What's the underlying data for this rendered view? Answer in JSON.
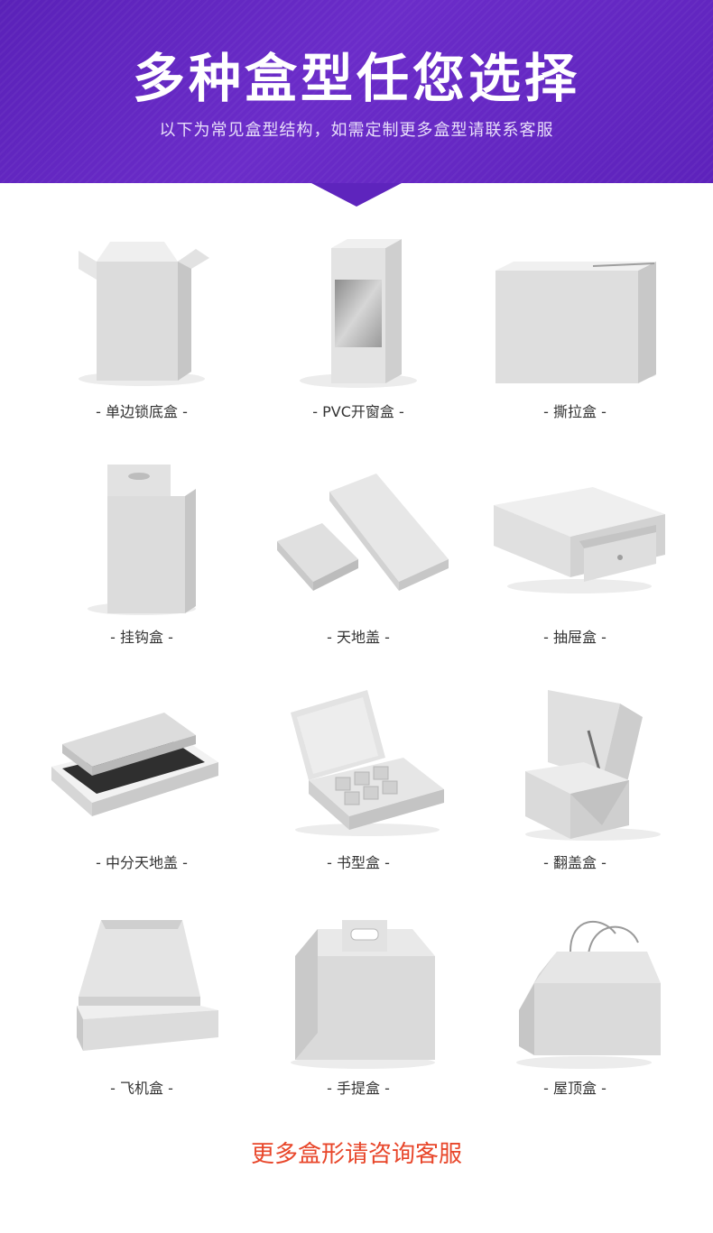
{
  "banner": {
    "title": "多种盒型任您选择",
    "subtitle": "以下为常见盒型结构，如需定制更多盒型请联系客服"
  },
  "colors": {
    "banner_purple": "#5a21b8",
    "footer_red": "#e8462a",
    "box_gray": "#d9d9d9"
  },
  "boxes": [
    {
      "label": "- 单边锁底盒 -",
      "icon": "tuck-end-box-icon"
    },
    {
      "label": "- PVC开窗盒 -",
      "icon": "window-box-icon"
    },
    {
      "label": "- 撕拉盒 -",
      "icon": "tear-strip-box-icon"
    },
    {
      "label": "- 挂钩盒 -",
      "icon": "hang-tab-box-icon"
    },
    {
      "label": "- 天地盖 -",
      "icon": "lid-base-box-icon"
    },
    {
      "label": "- 抽屉盒 -",
      "icon": "drawer-box-icon"
    },
    {
      "label": "- 中分天地盖 -",
      "icon": "split-lid-box-icon"
    },
    {
      "label": "- 书型盒 -",
      "icon": "book-box-icon"
    },
    {
      "label": "- 翻盖盒 -",
      "icon": "flip-top-box-icon"
    },
    {
      "label": "- 飞机盒 -",
      "icon": "mailer-box-icon"
    },
    {
      "label": "- 手提盒 -",
      "icon": "handle-box-icon"
    },
    {
      "label": "- 屋顶盒 -",
      "icon": "gable-box-icon"
    }
  ],
  "footer": {
    "text": "更多盒形请咨询客服"
  }
}
